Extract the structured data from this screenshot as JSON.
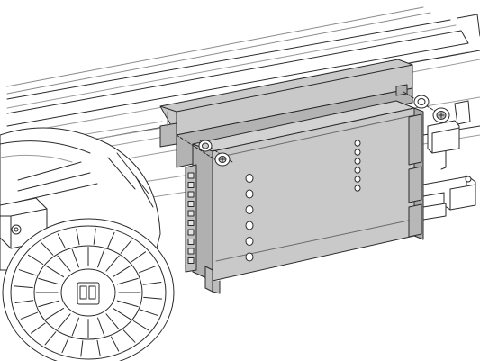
{
  "illustration": {
    "subject": "controller-module-on-rail",
    "colors": {
      "background": "#ffffff",
      "line": "#2a2a2a",
      "light_line": "#9a9a9a",
      "highlight_fill": "#c9c9c9",
      "highlight_dark": "#b3b3b3",
      "highlight_side": "#a9a9a9"
    },
    "leds_right_column": 6,
    "leds_left_column": 6,
    "terminal_pins": 10
  }
}
